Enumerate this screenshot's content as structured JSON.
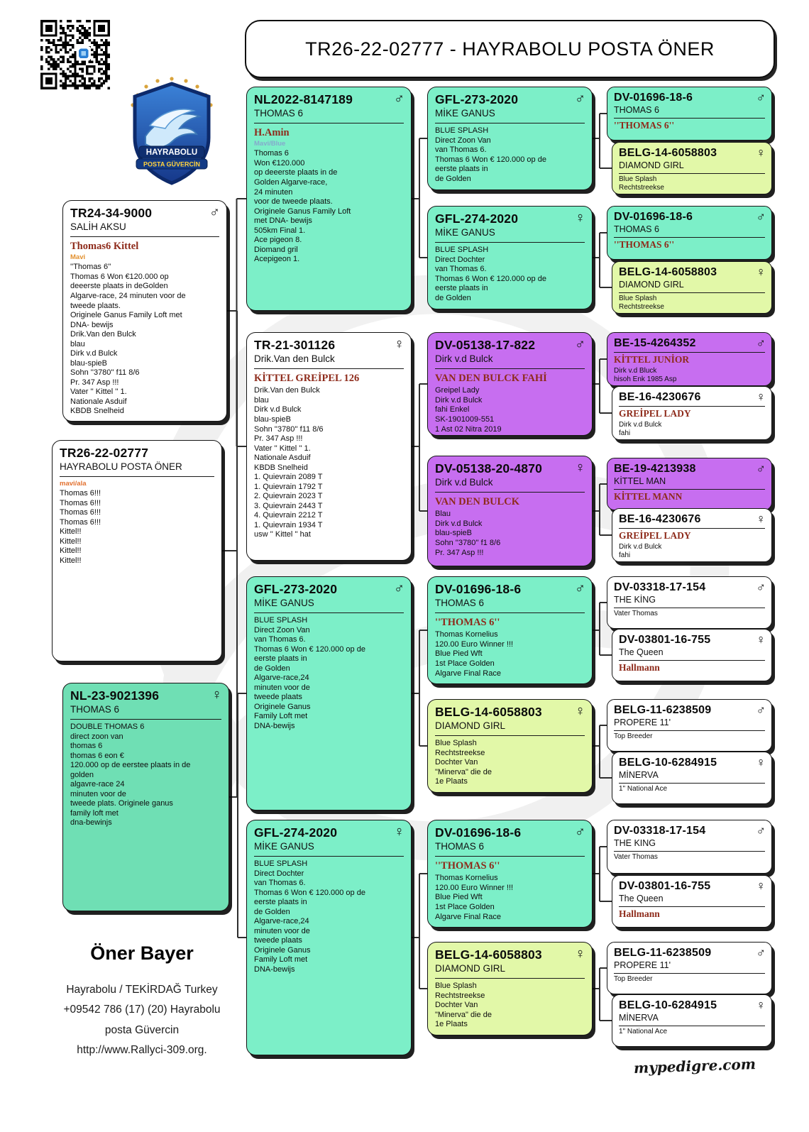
{
  "title": "TR26-22-02777 - HAYRABOLU POSTA ÖNER",
  "logo": {
    "line1": "HAYRABOLU",
    "line2": "POSTA GÜVERCİN"
  },
  "footer": {
    "owner": "Öner Bayer",
    "lines": [
      "Hayrabolu / TEKİRDAĞ Turkey",
      "+09542 786 (17) (20) Hayrabolu",
      "posta Güvercin",
      "http://www.Rallyci-309.org."
    ],
    "site": "mypedigre.com"
  },
  "colors": {
    "green": "#7CEFC8",
    "green_dark": "#6FDFB4",
    "yellow": "#E2F8A8",
    "purple": "#C76EF0",
    "accent_red": "#8E2B1B",
    "subtitle_orange": "#E2842E",
    "subtitle_blue": "#85A9CC"
  },
  "boxes": [
    {
      "ring": "TR24-34-9000",
      "name": "SALİH AKSU",
      "sex": "♂",
      "color": "white",
      "accent": "Thomas6 Kittel",
      "subtitle": "Mavi",
      "subtitle_color": "#E2902E",
      "body": "''Thomas 6''\nThomas 6 Won €120.000 op\ndeeerste plaats in deGolden\nAlgarve-race, 24 minuten voor de\ntweede plaats.\nOriginele Ganus Family Loft met\nDNA- bewijs\nDrik.Van den Bulck\nblau\nDirk v.d Bulck\nblau-spieB\nSohn ''3780'' f11 8/6\nPr.  347 Asp !!!\nVater '' Kittel '' 1.\nNationale Asduif\nKBDB Snelheid"
    },
    {
      "ring": "TR26-22-02777",
      "name": "HAYRABOLU POSTA ÖNER",
      "sex": "",
      "color": "white",
      "accent": "",
      "subtitle": "mavi/ala",
      "subtitle_color": "#E2702E",
      "body": "Thomas 6!!!\nThomas 6!!!\nThomas 6!!!\nThomas 6!!!\nKittel!!\nKittel!!\nKittel!!\nKittel!!"
    },
    {
      "ring": "NL-23-9021396",
      "name": "THOMAS 6",
      "sex": "♀",
      "color": "green_dark",
      "accent": "",
      "subtitle": "",
      "body": "DOUBLE THOMAS 6\ndirect zoon van\nthomas 6\nthomas 6 eon €\n120.000 op de eerstee plaats in de\ngolden\nalgavre-race 24\nminuten voor de\ntweede plats. Originele ganus\nfamily loft met\ndna-bewinjs"
    },
    {
      "ring": "NL2022-8147189",
      "name": "THOMAS 6",
      "sex": "♂",
      "color": "green",
      "accent": "H.Amin",
      "subtitle": "Mavi/Blue",
      "subtitle_color": "#85A9CC",
      "body": "Thomas 6\nWon €120.000\nop deeerste plaats in de\nGolden Algarve-race,\n24 minuten\nvoor de tweede plaats.\nOriginele Ganus Family Loft\nmet DNA- bewijs\n505km Final 1.\nAce pigeon 8.\nDiomand gril\nAcepigeon 1."
    },
    {
      "ring": "TR-21-301126",
      "name": "Drik.Van den Bulck",
      "sex": "♀",
      "color": "white",
      "accent": "KİTTEL GREİPEL 126",
      "subtitle": "",
      "body": "Drik.Van den Bulck\nblau\nDirk v.d Bulck\nblau-spieB\nSohn ''3780'' f11 8/6\nPr.  347 Asp !!!\nVater '' Kittel '' 1.\nNationale Asduif\nKBDB Snelheid\n1. Quievrain  2089 T\n1. Quievrain  1792 T\n2. Quievrain  2023 T\n3. Quievrain  2443 T\n4. Quievrain  2212 T\n1. Quievrain  1934 T\nusw '' Kittel '' hat"
    },
    {
      "ring": "GFL-273-2020",
      "name": "MİKE GANUS",
      "sex": "♂",
      "color": "green",
      "accent": "",
      "subtitle": "",
      "body": "BLUE SPLASH\nDirect Zoon Van\nvan Thomas 6.\nThomas 6 Won € 120.000 op de\neerste plaats in\nde Golden\nAlgarve-race,24\nminuten voor de\ntweede plaats\nOriginele Ganus\nFamily Loft met\nDNA-bewijs"
    },
    {
      "ring": "GFL-274-2020",
      "name": "MİKE GANUS",
      "sex": "♀",
      "color": "green",
      "accent": "",
      "subtitle": "",
      "body": "BLUE SPLASH\nDirect Dochter\nvan Thomas 6.\nThomas 6 Won € 120.000 op de\neerste plaats in\nde Golden\nAlgarve-race,24\nminuten voor de\ntweede plaats\nOriginele Ganus\nFamily Loft met\nDNA-bewijs"
    },
    {
      "ring": "GFL-273-2020",
      "name": "MİKE GANUS",
      "sex": "♂",
      "color": "green",
      "accent": "",
      "subtitle": "",
      "body": "BLUE SPLASH\nDirect Zoon Van\nvan Thomas 6.\nThomas 6 Won € 120.000 op de\neerste plaats in\nde Golden"
    },
    {
      "ring": "GFL-274-2020",
      "name": "MİKE GANUS",
      "sex": "♀",
      "color": "green",
      "accent": "",
      "subtitle": "",
      "body": "BLUE SPLASH\nDirect Dochter\nvan Thomas 6.\nThomas 6 Won € 120.000 op de\neerste plaats in\nde Golden"
    },
    {
      "ring": "DV-05138-17-822",
      "name": "Dirk v.d Bulck",
      "sex": "♂",
      "color": "purple",
      "accent": "VAN DEN BULCK FAHİ",
      "subtitle": "",
      "body": "Greipel Lady\nDirk v.d Bulck\nfahi Enkel\nSK-1901009-551\n1 Ast 02 Nitra 2019"
    },
    {
      "ring": "DV-05138-20-4870",
      "name": "Dirk v.d Bulck",
      "sex": "♀",
      "color": "purple",
      "accent": "VAN DEN BULCK",
      "subtitle": "",
      "body": "Blau\nDirk v.d Bulck\nblau-spieB\nSohn ''3780'' f1 8/6\nPr. 347 Asp !!!"
    },
    {
      "ring": "DV-01696-18-6",
      "name": "THOMAS 6",
      "sex": "♂",
      "color": "green",
      "accent": "''THOMAS 6''",
      "subtitle": "",
      "body": "Thomas Kornelius\n120.00 Euro Winner !!!\nBlue Pied Wft\n1st Place Golden\nAlgarve Final Race"
    },
    {
      "ring": "BELG-14-6058803",
      "name": "DIAMOND GIRL",
      "sex": "♀",
      "color": "yellow",
      "accent": "",
      "subtitle": "",
      "body": "Blue Splash\nRechtstreekse\nDochter Van\n\"Minerva\" die de\n1e Plaats"
    },
    {
      "ring": "DV-01696-18-6",
      "name": "THOMAS 6",
      "sex": "♂",
      "color": "green",
      "accent": "''THOMAS 6''",
      "subtitle": "",
      "body": "Thomas Kornelius\n120.00 Euro Winner !!!\nBlue Pied Wft\n1st Place Golden\nAlgarve Final Race"
    },
    {
      "ring": "BELG-14-6058803",
      "name": "DIAMOND GIRL",
      "sex": "♀",
      "color": "yellow",
      "accent": "",
      "subtitle": "",
      "body": "Blue Splash\nRechtstreekse\nDochter Van\n\"Minerva\" die de\n1e Plaats"
    },
    {
      "ring": "DV-01696-18-6",
      "name": "THOMAS 6",
      "sex": "♂",
      "color": "green",
      "accent": "''THOMAS 6''",
      "subtitle": "",
      "body": ""
    },
    {
      "ring": "BELG-14-6058803",
      "name": "DIAMOND GIRL",
      "sex": "♀",
      "color": "yellow",
      "accent": "",
      "subtitle": "",
      "body": "Blue Splash\nRechtstreekse"
    },
    {
      "ring": "DV-01696-18-6",
      "name": "THOMAS 6",
      "sex": "♂",
      "color": "green",
      "accent": "''THOMAS 6''",
      "subtitle": "",
      "body": ""
    },
    {
      "ring": "BELG-14-6058803",
      "name": "DIAMOND GIRL",
      "sex": "♀",
      "color": "yellow",
      "accent": "",
      "subtitle": "",
      "body": "Blue Splash\nRechtstreekse"
    },
    {
      "ring": "BE-15-4264352",
      "name": "",
      "sex": "♂",
      "color": "purple",
      "accent": "KİTTEL JUNİOR",
      "subtitle": "",
      "body": "Dirk v.d Bluck\nhisoh Enk 1985 Asp"
    },
    {
      "ring": "BE-16-4230676",
      "name": "",
      "sex": "♀",
      "color": "white",
      "accent": "GREİPEL LADY",
      "subtitle": "",
      "body": "Dirk v.d Bulck\nfahi"
    },
    {
      "ring": "BE-19-4213938",
      "name": "KİTTEL MAN",
      "sex": "♂",
      "color": "purple",
      "accent": "KİTTEL MANN",
      "subtitle": "",
      "body": ""
    },
    {
      "ring": "BE-16-4230676",
      "name": "",
      "sex": "♀",
      "color": "white",
      "accent": "GREİPEL LADY",
      "subtitle": "",
      "body": "Dirk v.d Bulck\nfahi"
    },
    {
      "ring": "DV-03318-17-154",
      "name": "THE KİNG",
      "sex": "♂",
      "color": "white",
      "accent": "",
      "subtitle": "",
      "body": "Vater Thomas"
    },
    {
      "ring": "DV-03801-16-755",
      "name": "The Queen",
      "sex": "♀",
      "color": "white",
      "accent": "Hallmann",
      "subtitle": "",
      "body": ""
    },
    {
      "ring": "BELG-11-6238509",
      "name": "PROPERE 11'",
      "sex": "♂",
      "color": "white",
      "accent": "",
      "subtitle": "",
      "body": "Top Breeder"
    },
    {
      "ring": "BELG-10-6284915",
      "name": "MİNERVA",
      "sex": "♀",
      "color": "white",
      "accent": "",
      "subtitle": "",
      "body": "1\" National Ace"
    },
    {
      "ring": "DV-03318-17-154",
      "name": "THE KING",
      "sex": "♂",
      "color": "white",
      "accent": "",
      "subtitle": "",
      "body": "Vater Thomas"
    },
    {
      "ring": "DV-03801-16-755",
      "name": "The Queen",
      "sex": "♀",
      "color": "white",
      "accent": "Hallmann",
      "subtitle": "",
      "body": ""
    },
    {
      "ring": "BELG-11-6238509",
      "name": "PROPERE 11'",
      "sex": "♂",
      "color": "white",
      "accent": "",
      "subtitle": "",
      "body": "Top Breeder"
    },
    {
      "ring": "BELG-10-6284915",
      "name": "MİNERVA",
      "sex": "♀",
      "color": "white",
      "accent": "",
      "subtitle": "",
      "body": "1\" National Ace"
    }
  ]
}
